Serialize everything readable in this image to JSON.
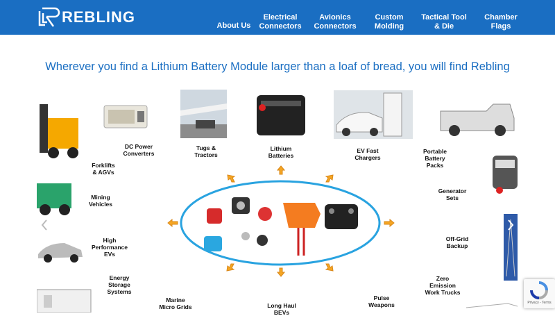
{
  "brand": {
    "name": "REBLING"
  },
  "nav": {
    "items": [
      {
        "label": "About Us"
      },
      {
        "label": "Electrical\nConnectors"
      },
      {
        "label": "Avionics\nConnectors"
      },
      {
        "label": "Custom\nMolding"
      },
      {
        "label": "Tactical Tool\n& Die"
      },
      {
        "label": "Chamber\nFlags"
      }
    ]
  },
  "headline": "Wherever you find a Lithium Battery Module larger than a loaf of bread, you will find Rebling",
  "applications": [
    {
      "label": "DC Power\nConverters"
    },
    {
      "label": "Tugs &\nTractors"
    },
    {
      "label": "Lithium\nBatteries"
    },
    {
      "label": "EV Fast\nChargers"
    },
    {
      "label": "Portable\nBattery\nPacks"
    },
    {
      "label": "Forklifts\n& AGVs"
    },
    {
      "label": "Mining\nVehicles"
    },
    {
      "label": "High\nPerformance\nEVs"
    },
    {
      "label": "Energy\nStorage\nSystems"
    },
    {
      "label": "Marine\nMicro Grids"
    },
    {
      "label": "Long Haul\nBEVs"
    },
    {
      "label": "Pulse\nWeapons"
    },
    {
      "label": "Zero\nEmission\nWork Trucks"
    },
    {
      "label": "Off-Grid\nBackup"
    },
    {
      "label": "Generator\nSets"
    }
  ],
  "recaptcha": {
    "terms": "Privacy - Terms"
  },
  "colors": {
    "header": "#1a6ec2",
    "headline": "#1a6ec2",
    "ellipse": "#29a3e0",
    "arrow": "#f5a623"
  }
}
